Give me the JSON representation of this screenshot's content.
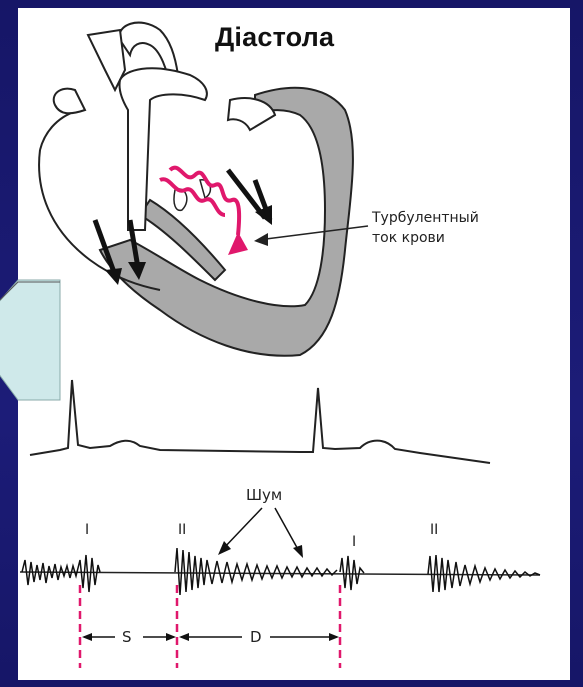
{
  "title": "Діастола",
  "callout": {
    "line1": "Турбулентный",
    "line2": "ток крови"
  },
  "murmur_label": "Шум",
  "sound_labels": {
    "s1_a": "I",
    "s2_a": "II",
    "s1_b": "I",
    "s2_b": "II"
  },
  "intervals": {
    "systole": "S",
    "diastole": "D"
  },
  "colors": {
    "background": "#1a1a6e",
    "panel": "#ffffff",
    "heart_wall": "#a9a9a9",
    "flow": "#e0186c",
    "shape_fill": "#cfe9ea"
  }
}
